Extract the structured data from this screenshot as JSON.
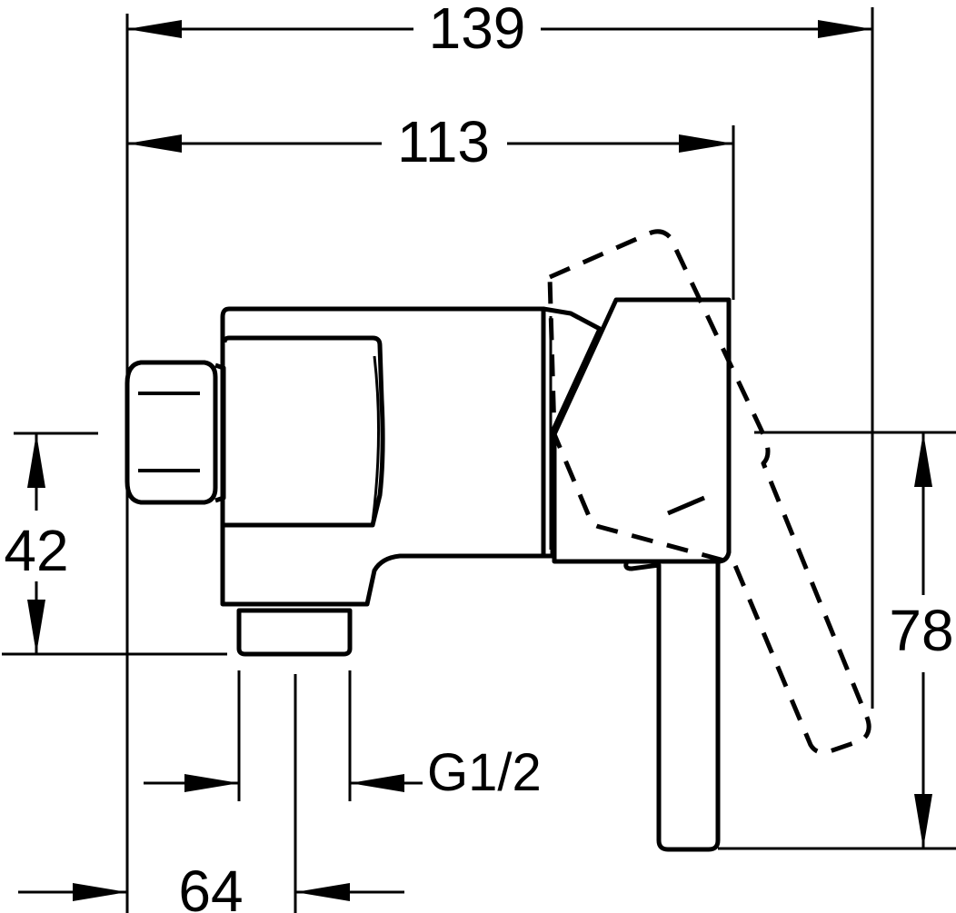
{
  "dimensions": {
    "overall_width": "139",
    "body_width": "113",
    "inlet_height": "42",
    "lever_height": "78",
    "thread": "G1/2",
    "offset": "64"
  },
  "colors": {
    "line": "#000000",
    "background": "#ffffff"
  }
}
